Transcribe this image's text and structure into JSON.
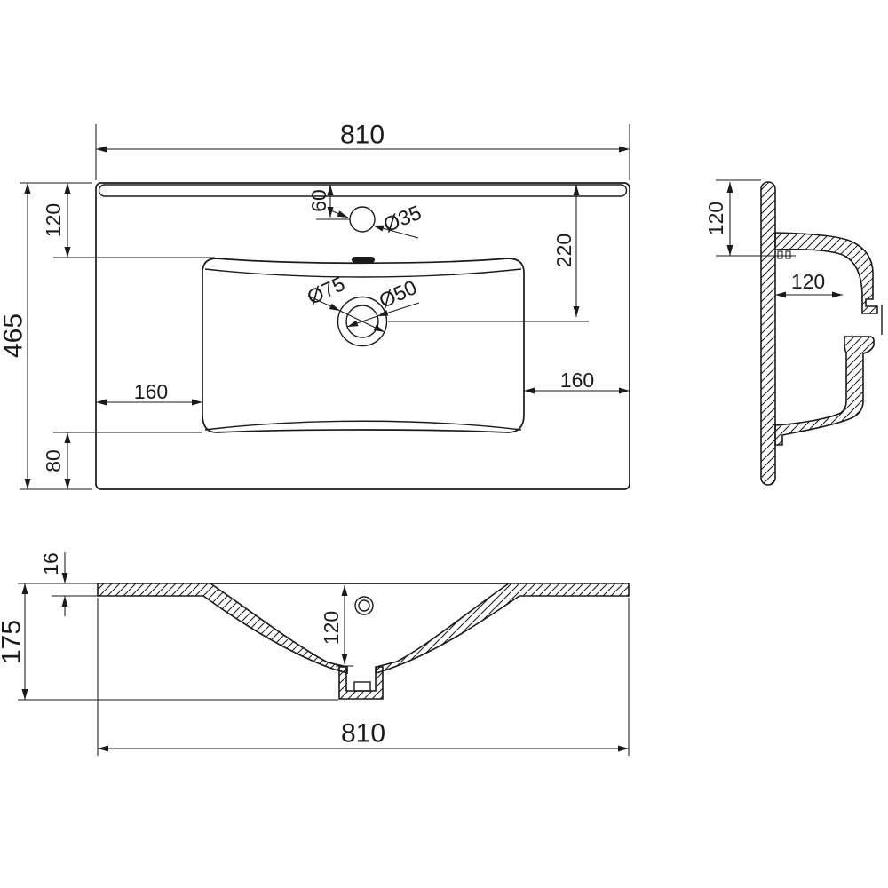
{
  "views": {
    "plan": {
      "width": "810",
      "depth": "465",
      "back_to_basin": "120",
      "basin_to_front": "80",
      "left_margin": "160",
      "right_margin": "160",
      "faucet_offset": "60",
      "drain_offset": "220",
      "faucet_hole_dia": "Ø35",
      "drain_outer_dia": "Ø75",
      "drain_inner_dia": "Ø50"
    },
    "side": {
      "edge_height": "120",
      "counter_depth": "120"
    },
    "front": {
      "slab_thickness": "16",
      "total_height": "175",
      "bowl_depth": "120",
      "width": "810"
    }
  }
}
